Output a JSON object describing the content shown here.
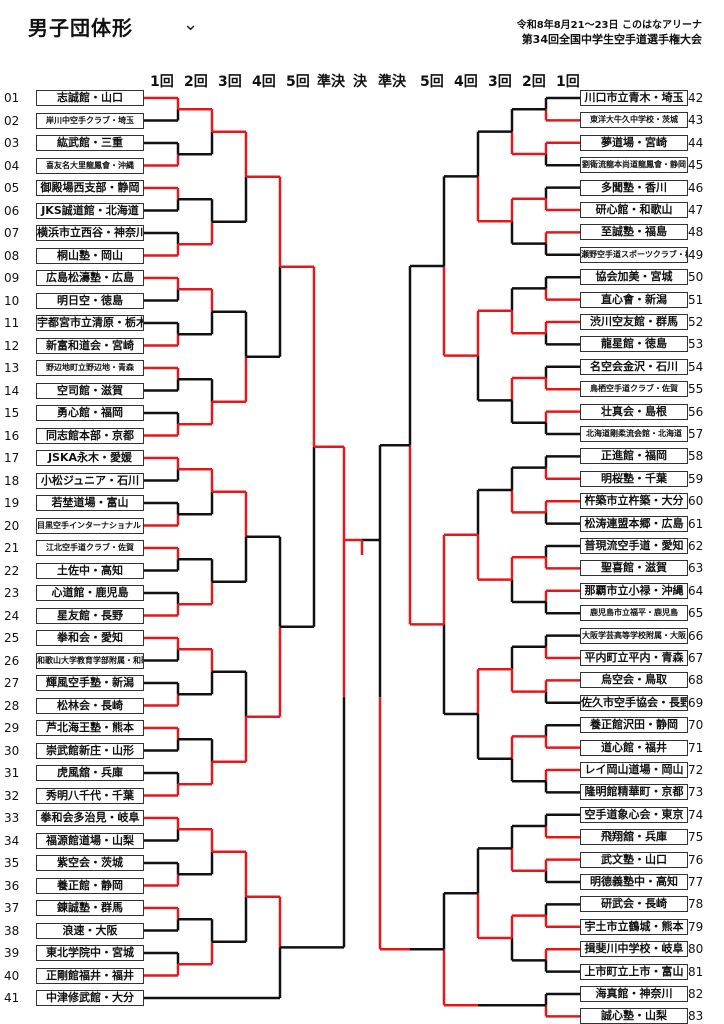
{
  "header": {
    "title": "男子団体形",
    "date_venue": "令和8年8月21～23日 このはなアリーナ",
    "event": "第34回全国中学生空手道選手権大会"
  },
  "rounds_left": [
    "1回",
    "2回",
    "3回",
    "4回",
    "5回",
    "準決",
    "決"
  ],
  "rounds_right": [
    "準決",
    "5回",
    "4回",
    "3回",
    "2回",
    "1回"
  ],
  "left_teams": [
    {
      "n": "01",
      "name": "志誠館・山口"
    },
    {
      "n": "02",
      "name": "岸川中空手クラブ・埼玉"
    },
    {
      "n": "03",
      "name": "紘武館・三重"
    },
    {
      "n": "04",
      "name": "喜友名大里龍鳳會・沖縄"
    },
    {
      "n": "05",
      "name": "御殿場西支部・静岡"
    },
    {
      "n": "06",
      "name": "JKS誠道館・北海道"
    },
    {
      "n": "07",
      "name": "横浜市立西谷・神奈川"
    },
    {
      "n": "08",
      "name": "桐山塾・岡山"
    },
    {
      "n": "09",
      "name": "広島松濤塾・広島"
    },
    {
      "n": "10",
      "name": "明日空・徳島"
    },
    {
      "n": "11",
      "name": "宇都宮市立清原・栃木"
    },
    {
      "n": "12",
      "name": "新富和道会・宮崎"
    },
    {
      "n": "13",
      "name": "野辺地町立野辺地・青森"
    },
    {
      "n": "14",
      "name": "空司館・滋賀"
    },
    {
      "n": "15",
      "name": "勇心館・福岡"
    },
    {
      "n": "16",
      "name": "同志館本部・京都"
    },
    {
      "n": "17",
      "name": "JSKA永木・愛媛"
    },
    {
      "n": "18",
      "name": "小松ジュニア・石川"
    },
    {
      "n": "19",
      "name": "若埜道場・富山"
    },
    {
      "n": "20",
      "name": "目黒空手インターナショナル・東京"
    },
    {
      "n": "21",
      "name": "江北空手道クラブ・佐賀"
    },
    {
      "n": "22",
      "name": "土佐中・高知"
    },
    {
      "n": "23",
      "name": "心道館・鹿児島"
    },
    {
      "n": "24",
      "name": "星友館・長野"
    },
    {
      "n": "25",
      "name": "拳和会・愛知"
    },
    {
      "n": "26",
      "name": "和歌山大学教育学部附属・和歌山"
    },
    {
      "n": "27",
      "name": "輝風空手塾・新潟"
    },
    {
      "n": "28",
      "name": "松林会・長崎"
    },
    {
      "n": "29",
      "name": "芦北海王塾・熊本"
    },
    {
      "n": "30",
      "name": "崇武館新庄・山形"
    },
    {
      "n": "31",
      "name": "虎風舘・兵庫"
    },
    {
      "n": "32",
      "name": "秀明八千代・千葉"
    },
    {
      "n": "33",
      "name": "拳和会多治見・岐阜"
    },
    {
      "n": "34",
      "name": "福源館道場・山梨"
    },
    {
      "n": "35",
      "name": "紫空会・茨城"
    },
    {
      "n": "36",
      "name": "養正館・静岡"
    },
    {
      "n": "37",
      "name": "錬誠塾・群馬"
    },
    {
      "n": "38",
      "name": "浪速・大阪"
    },
    {
      "n": "39",
      "name": "東北学院中・宮城"
    },
    {
      "n": "40",
      "name": "正剛館福井・福井"
    },
    {
      "n": "41",
      "name": "中津修武館・大分"
    }
  ],
  "right_teams": [
    {
      "n": "42",
      "name": "川口市立青木・埼玉"
    },
    {
      "n": "43",
      "name": "東洋大牛久中学校・茨城"
    },
    {
      "n": "44",
      "name": "夢道場・宮崎"
    },
    {
      "n": "45",
      "name": "劉衛流龍本尚道龍鳳會・静岡"
    },
    {
      "n": "46",
      "name": "多聞塾・香川"
    },
    {
      "n": "47",
      "name": "研心館・和歌山"
    },
    {
      "n": "48",
      "name": "至誠塾・福島"
    },
    {
      "n": "49",
      "name": "瀬野空手道スポーツクラブ・栃木"
    },
    {
      "n": "50",
      "name": "協会加美・宮城"
    },
    {
      "n": "51",
      "name": "直心會・新潟"
    },
    {
      "n": "52",
      "name": "渋川空友館・群馬"
    },
    {
      "n": "53",
      "name": "龍星館・徳島"
    },
    {
      "n": "54",
      "name": "名空会金沢・石川"
    },
    {
      "n": "55",
      "name": "鳥栖空手道クラブ・佐賀"
    },
    {
      "n": "56",
      "name": "壮真会・島根"
    },
    {
      "n": "57",
      "name": "北海道剛柔流会館・北海道"
    },
    {
      "n": "58",
      "name": "正進館・福岡"
    },
    {
      "n": "59",
      "name": "明桜塾・千葉"
    },
    {
      "n": "60",
      "name": "杵築市立杵築・大分"
    },
    {
      "n": "61",
      "name": "松涛連盟本郷・広島"
    },
    {
      "n": "62",
      "name": "普現流空手道・愛知"
    },
    {
      "n": "63",
      "name": "聖喜館・滋賀"
    },
    {
      "n": "64",
      "name": "那覇市立小禄・沖縄"
    },
    {
      "n": "65",
      "name": "鹿児島市立福平・鹿児島"
    },
    {
      "n": "66",
      "name": "大阪学芸高等学校附属・大阪"
    },
    {
      "n": "67",
      "name": "平内町立平内・青森"
    },
    {
      "n": "68",
      "name": "烏空会・鳥取"
    },
    {
      "n": "69",
      "name": "佐久市空手協会・長野"
    },
    {
      "n": "70",
      "name": "養正館沢田・静岡"
    },
    {
      "n": "71",
      "name": "道心館・福井"
    },
    {
      "n": "72",
      "name": "レイ岡山道場・岡山"
    },
    {
      "n": "73",
      "name": "隆明館精華町・京都"
    },
    {
      "n": "74",
      "name": "空手道象心会・東京"
    },
    {
      "n": "75",
      "name": "飛翔舘・兵庫"
    },
    {
      "n": "76",
      "name": "武文塾・山口"
    },
    {
      "n": "77",
      "name": "明德義塾中・高知"
    },
    {
      "n": "78",
      "name": "研武会・長崎"
    },
    {
      "n": "79",
      "name": "宇土市立鶴城・熊本"
    },
    {
      "n": "80",
      "name": "揖斐川中学校・岐阜"
    },
    {
      "n": "81",
      "name": "上市町立上市・富山"
    },
    {
      "n": "82",
      "name": "海真館・神奈川"
    },
    {
      "n": "83",
      "name": "誠心塾・山梨"
    }
  ],
  "colors": {
    "winner_line": "#e0191e",
    "line": "#111111"
  },
  "icons": {
    "dropdown": "chevron-down-icon"
  }
}
